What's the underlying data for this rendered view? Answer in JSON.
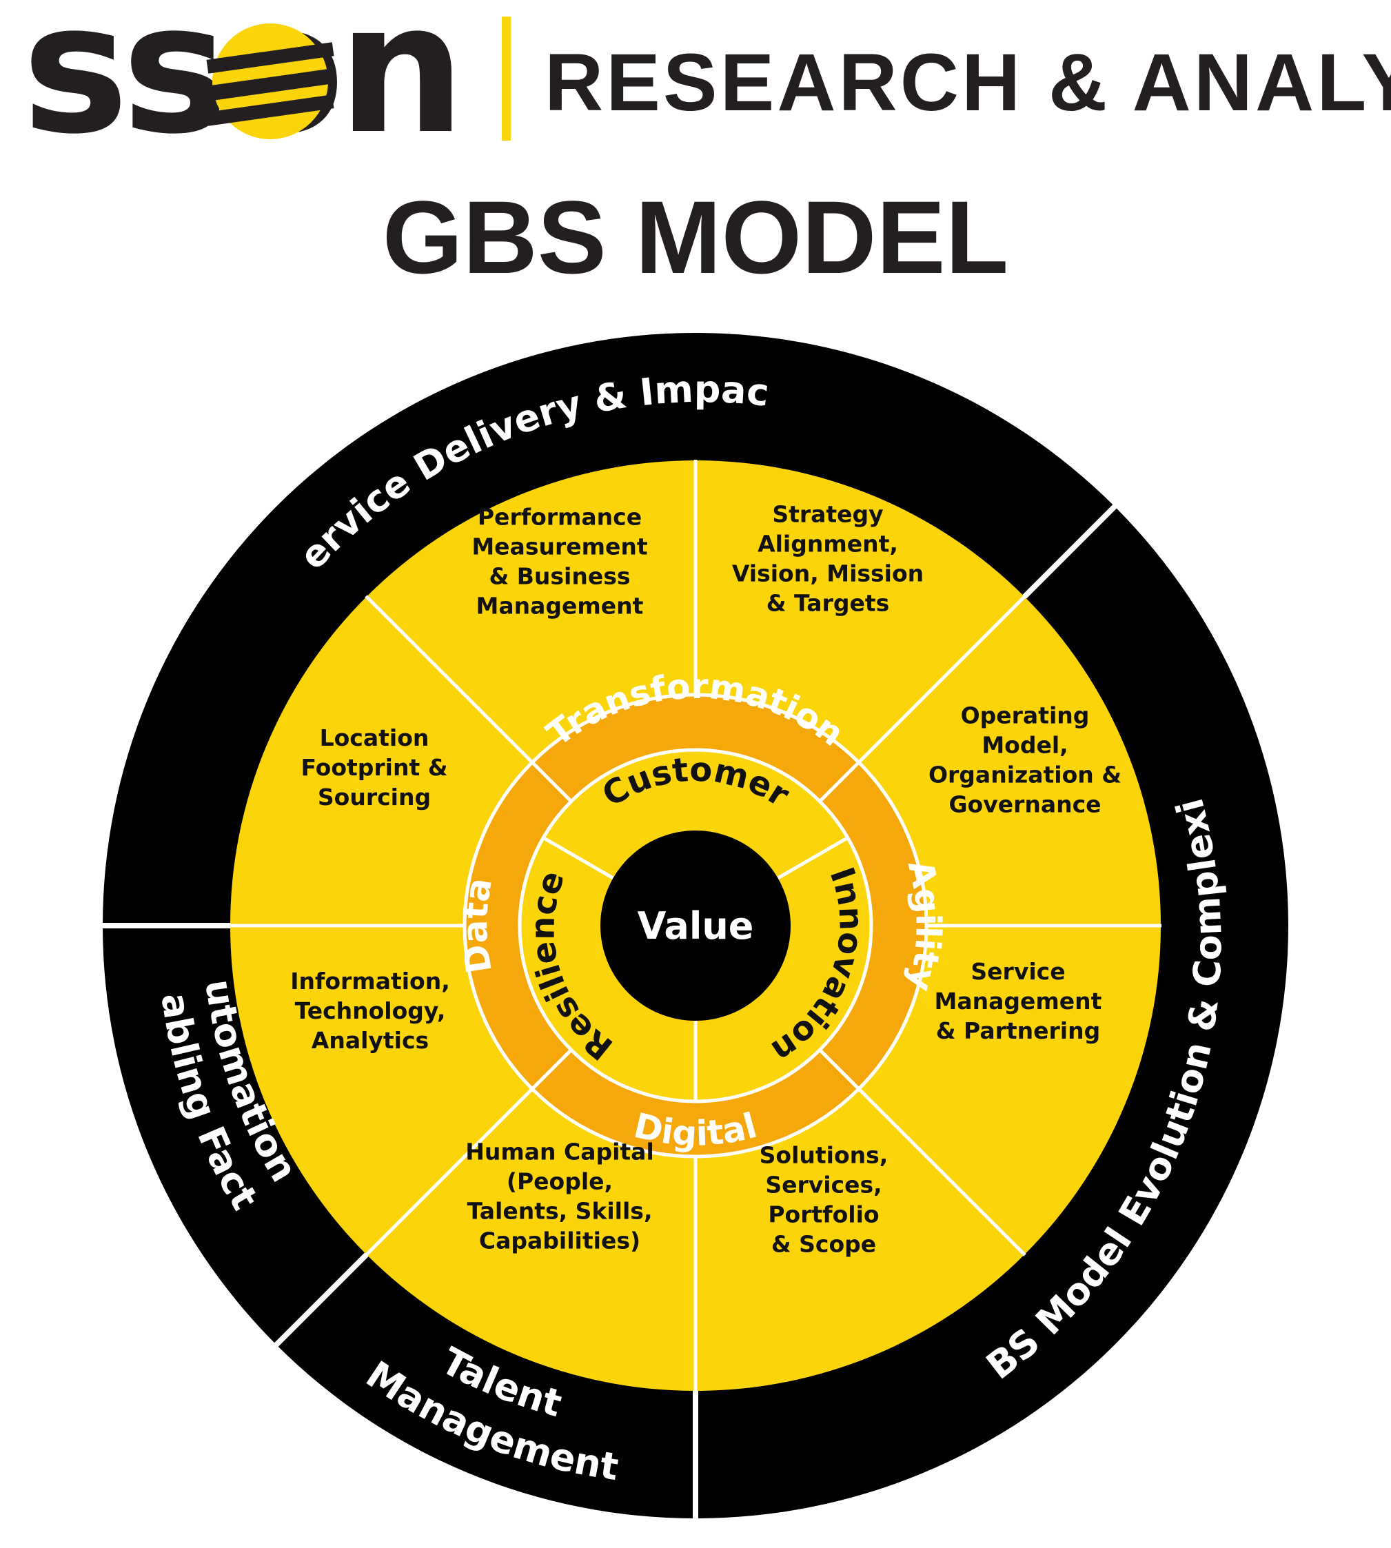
{
  "header": {
    "logo_text": "sson",
    "subtitle": "RESEARCH & ANALYTICS"
  },
  "title": "GBS MODEL",
  "outer_ring": [
    {
      "label": "Service Delivery & Impact"
    },
    {
      "label": "GBS Model Evolution & Complexity"
    },
    {
      "label_lines": [
        "Talent",
        "Management"
      ]
    },
    {
      "label_lines": [
        "Automation &",
        "Enabling Factors"
      ]
    }
  ],
  "segments": [
    {
      "lines": [
        "Performance",
        "Measurement",
        "& Business",
        "Management"
      ]
    },
    {
      "lines": [
        "Strategy",
        "Alignment,",
        "Vision, Mission",
        "& Targets"
      ]
    },
    {
      "lines": [
        "Operating",
        "Model,",
        "Organization &",
        "Governance"
      ]
    },
    {
      "lines": [
        "Service",
        "Management",
        "& Partnering"
      ]
    },
    {
      "lines": [
        "Solutions,",
        "Services,",
        "Portfolio",
        "& Scope"
      ]
    },
    {
      "lines": [
        "Human Capital",
        "(People,",
        "Talents, Skills,",
        "Capabilities)"
      ]
    },
    {
      "lines": [
        "Information,",
        "Technology,",
        "Analytics"
      ]
    },
    {
      "lines": [
        "Location",
        "Footprint &",
        "Sourcing"
      ]
    }
  ],
  "orange_ring": [
    "Transformation",
    "Agility",
    "Digital",
    "Data"
  ],
  "inner_ring": [
    "Customer",
    "Innovation",
    "Resilience"
  ],
  "center": "Value",
  "colors": {
    "black": "#000000",
    "yellow": "#fbd40a",
    "orange": "#f6a70a",
    "dark_text": "#231f20",
    "white": "#ffffff"
  }
}
